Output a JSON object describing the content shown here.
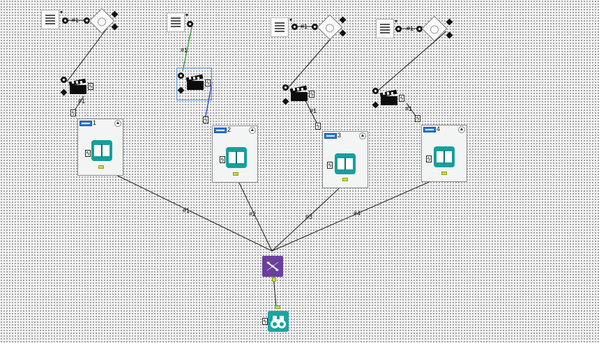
{
  "canvas": {
    "background": "#f4f4f4",
    "dot_color": "#5a5a5a"
  },
  "colors": {
    "wire": "#1a1a1a",
    "wire_selected_green": "#2ea03c",
    "wire_selected_blue": "#1c3fd6",
    "container_blue": "#2a7bd8",
    "book_teal": "#169f9d",
    "join_purple": "#6a3f9e",
    "browse_teal": "#1aa5a1",
    "output_anchor": "#c8dc4a"
  },
  "branches": [
    {
      "text_input_icon": "text-input-icon",
      "filter_icon": "filter-icon",
      "label_in": "#1",
      "label_out": "#1",
      "container_index": "1"
    },
    {
      "text_input_icon": "text-input-icon",
      "filter_icon": "filter-icon",
      "label_in": "#1",
      "label_out": "",
      "container_index": "2"
    },
    {
      "text_input_icon": "text-input-icon",
      "filter_icon": "filter-icon",
      "label_in": "#1",
      "label_out": "#1",
      "container_index": "3"
    },
    {
      "text_input_icon": "text-input-icon",
      "filter_icon": "filter-icon",
      "label_in": "#1",
      "label_out": "#1",
      "container_index": "4"
    }
  ],
  "join_connections": [
    "#1",
    "#2",
    "#3",
    "#4"
  ],
  "tools": {
    "clapper_icon": "clapperboard-icon",
    "book_icon": "open-book-icon",
    "join_icon": "dna-join-icon",
    "browse_icon": "binoculars-icon",
    "collapse_icon": "collapse-up-icon",
    "bolt_icon": "lightning-icon"
  }
}
